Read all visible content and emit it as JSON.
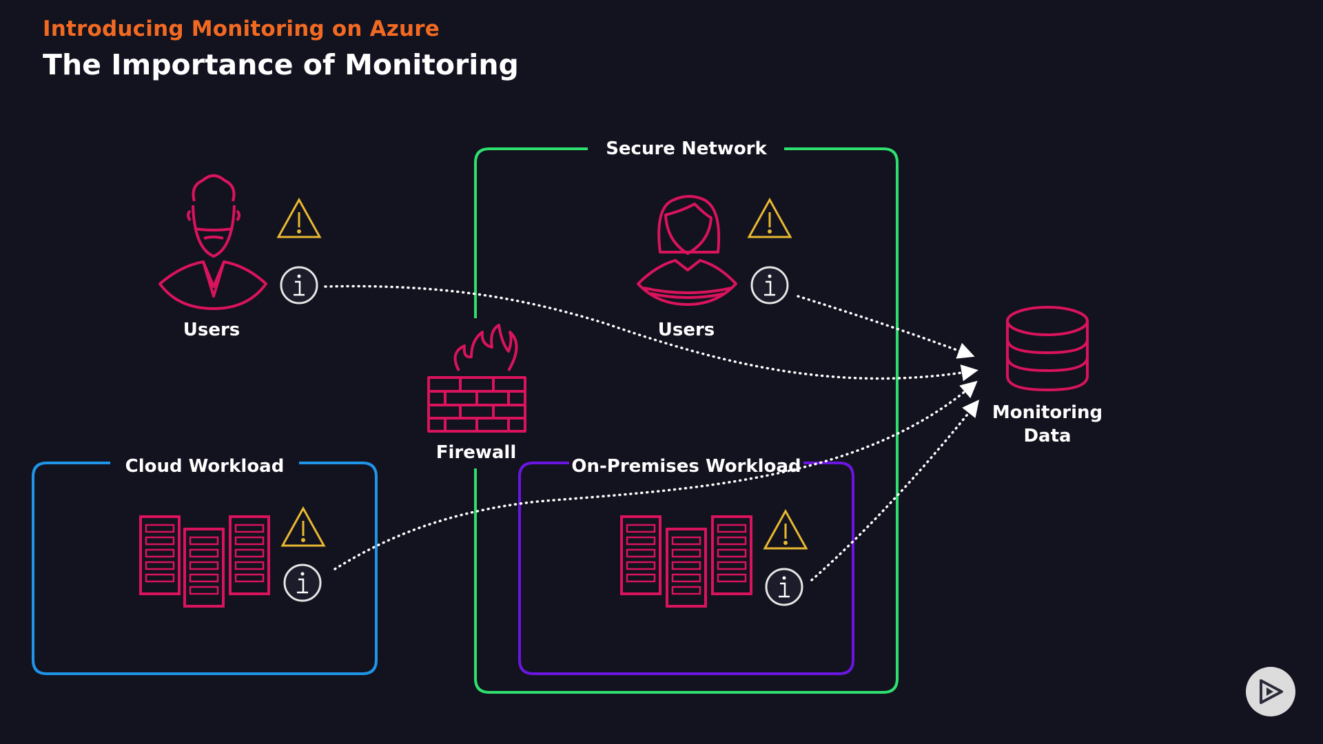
{
  "header": {
    "subtitle": "Introducing Monitoring on Azure",
    "title": "The Importance of Monitoring"
  },
  "diagram": {
    "secure_network_label": "Secure Network",
    "cloud_workload_label": "Cloud Workload",
    "onprem_workload_label": "On-Premises Workload",
    "users_left_label": "Users",
    "users_right_label": "Users",
    "firewall_label": "Firewall",
    "monitoring_label_line1": "Monitoring",
    "monitoring_label_line2": "Data"
  },
  "icons": {
    "warning": "warning-icon",
    "info": "info-icon",
    "database": "database-icon",
    "firewall": "firewall-icon",
    "server": "server-rack-icon",
    "play": "play-icon"
  },
  "colors": {
    "background": "#13121f",
    "accent_orange": "#f26a22",
    "secure_network": "#2ee06d",
    "cloud_workload": "#1f95e8",
    "onprem_workload": "#6a16e0",
    "icon_pink": "#d9145c",
    "warning_yellow": "#e8b931"
  }
}
